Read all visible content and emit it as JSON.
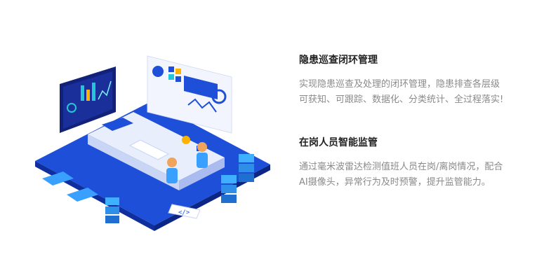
{
  "features": [
    {
      "title": "隐患巡查闭环管理",
      "description": "实现隐患巡查及处理的闭环管理，隐患排查各层级可获知、可跟踪、数据化、分类统计、全过程落实!"
    },
    {
      "title": "在岗人员智能监管",
      "description": "通过毫米波雷达检测值班人员在岗/离岗情况，配合AI摄像头，异常行为及时预警，提升监管能力。"
    }
  ],
  "illustration": {
    "code_tag": "</>",
    "colors": {
      "primary": "#1e4fd8",
      "dark": "#0f2f9e",
      "light": "#e8eefc",
      "accent": "#ffb300",
      "cyan": "#22c6d6"
    }
  }
}
